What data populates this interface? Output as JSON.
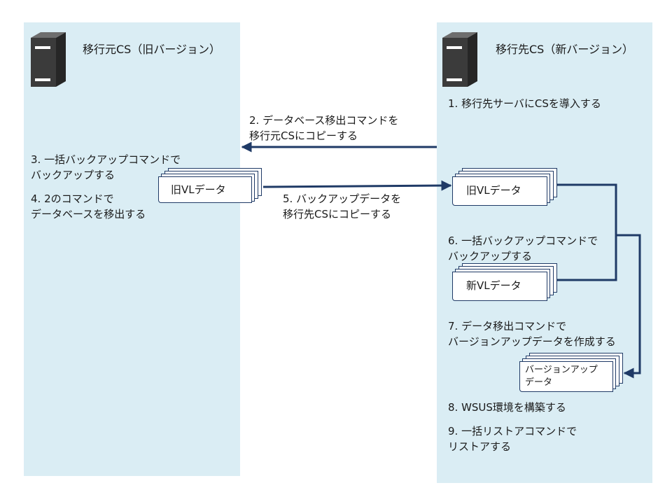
{
  "source": {
    "title": "移行元CS（旧バージョン）",
    "step3_line1": "3. 一括バックアップコマンドで",
    "step3_line2": "バックアップする",
    "step4_line1": "4.  2のコマンドで",
    "step4_line2": "データベースを移出する"
  },
  "target": {
    "title": "移行先CS（新バージョン）",
    "step1": "1. 移行先サーバにCSを導入する",
    "step6_line1": "6. 一括バックアップコマンドで",
    "step6_line2": "バックアップする",
    "step7_line1": "7. データ移出コマンドで",
    "step7_line2": "バージョンアップデータを作成する",
    "step8": "8. WSUS環境を構築する",
    "step9_line1": "9. 一括リストアコマンドで",
    "step9_line2": "リストアする"
  },
  "middle": {
    "step2_line1": "2. データベース移出コマンドを",
    "step2_line2": "移行元CSにコピーする",
    "step5_line1": "5. バックアップデータを",
    "step5_line2": "移行先CSにコピーする"
  },
  "documents": {
    "old_left": "旧VLデータ",
    "old_right": "旧VLデータ",
    "new": "新VLデータ",
    "upgrade_line1": "バージョンアップ",
    "upgrade_line2": "データ"
  },
  "colors": {
    "panel": "#daedf4",
    "arrow": "#1f3a66",
    "server_body": "#3b3b3b"
  }
}
